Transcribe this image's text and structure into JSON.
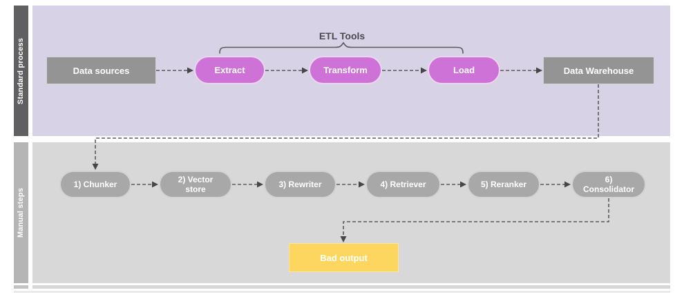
{
  "lanes": {
    "standard": {
      "title": "Standard process"
    },
    "manual": {
      "title": "Manual steps"
    }
  },
  "group": {
    "label": "ETL Tools",
    "members": [
      "Extract",
      "Transform",
      "Load"
    ]
  },
  "nodes": {
    "data_sources": {
      "label": "Data sources",
      "shape": "rectangle",
      "color": "#949494"
    },
    "extract": {
      "label": "Extract",
      "shape": "pill",
      "color": "#ce72d8"
    },
    "transform": {
      "label": "Transform",
      "shape": "pill",
      "color": "#ce72d8"
    },
    "load": {
      "label": "Load",
      "shape": "pill",
      "color": "#ce72d8"
    },
    "data_warehouse": {
      "label": "Data Warehouse",
      "shape": "rectangle",
      "color": "#949494"
    },
    "chunker": {
      "label": "1) Chunker",
      "shape": "pill",
      "color": "#a8a8a8"
    },
    "vector_store": {
      "label": "2) Vector store",
      "shape": "pill",
      "color": "#a8a8a8"
    },
    "rewriter": {
      "label": "3) Rewriter",
      "shape": "pill",
      "color": "#a8a8a8"
    },
    "retriever": {
      "label": "4) Retriever",
      "shape": "pill",
      "color": "#a8a8a8"
    },
    "reranker": {
      "label": "5) Reranker",
      "shape": "pill",
      "color": "#a8a8a8"
    },
    "consolidator": {
      "label": "6) Consolidator",
      "shape": "pill",
      "color": "#a8a8a8"
    },
    "bad_output": {
      "label": "Bad output",
      "shape": "rectangle",
      "color": "#fcd65f"
    }
  },
  "edges": [
    {
      "from": "Data sources",
      "to": "Extract",
      "style": "dashed-arrow"
    },
    {
      "from": "Extract",
      "to": "Transform",
      "style": "dashed-arrow"
    },
    {
      "from": "Transform",
      "to": "Load",
      "style": "dashed-arrow"
    },
    {
      "from": "Load",
      "to": "Data Warehouse",
      "style": "dashed-arrow"
    },
    {
      "from": "Data Warehouse",
      "to": "1) Chunker",
      "style": "dashed-arrow"
    },
    {
      "from": "1) Chunker",
      "to": "2) Vector store",
      "style": "dashed-arrow"
    },
    {
      "from": "2) Vector store",
      "to": "3) Rewriter",
      "style": "dashed-arrow"
    },
    {
      "from": "3) Rewriter",
      "to": "4) Retriever",
      "style": "dashed-arrow"
    },
    {
      "from": "4) Retriever",
      "to": "5) Reranker",
      "style": "dashed-arrow"
    },
    {
      "from": "5) Reranker",
      "to": "6) Consolidator",
      "style": "dashed-arrow"
    },
    {
      "from": "6) Consolidator",
      "to": "Bad output",
      "style": "dashed-arrow"
    }
  ],
  "colors": {
    "standard_lane_bg": "#d8d2e7",
    "standard_lane_label_bg": "#606062",
    "manual_lane_bg": "#d8d8d8",
    "manual_lane_label_bg": "#b5b5b5",
    "rect_node_gray": "#949494",
    "pill_magenta": "#ce72d8",
    "pill_gray": "#a8a8a8",
    "bad_output_yellow": "#fcd65f",
    "connector_gray": "#5a5a5a",
    "node_text": "#ffffff"
  }
}
